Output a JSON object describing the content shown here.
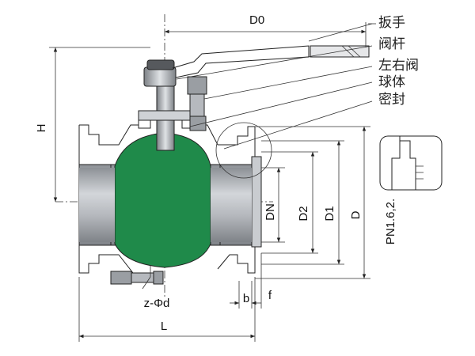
{
  "callouts": {
    "handle": "扳手",
    "stem": "阀杆",
    "body_halves": "左右阀",
    "ball": "球体",
    "seal": "密封"
  },
  "dimensions": {
    "handle_reach": "D0",
    "height": "H",
    "bore": "DN",
    "raised_face": "D2",
    "bolt_circle": "D1",
    "flange_od": "D",
    "pressure": "PN1.6,2.",
    "bolt_holes": "z-Φd",
    "length": "L",
    "flange_thickness": "b",
    "face_height": "f"
  },
  "colors": {
    "ball": "#1f8a4a",
    "body": "#b9bcc1",
    "body_dark": "#8f9398",
    "line": "#222222"
  }
}
